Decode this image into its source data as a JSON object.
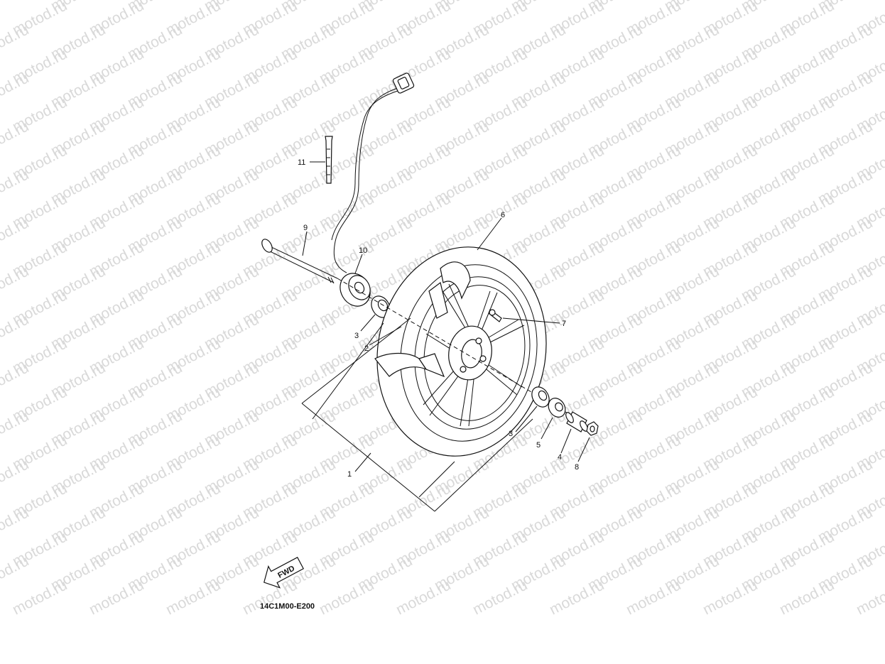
{
  "watermark": {
    "text": "motod.ru"
  },
  "callouts": {
    "c1": "1",
    "c2": "2",
    "c3a": "3",
    "c3b": "3",
    "c4": "4",
    "c5": "5",
    "c6": "6",
    "c7": "7",
    "c8": "8",
    "c9": "9",
    "c10": "10",
    "c11": "11"
  },
  "fwd_label": "FWD",
  "diagram_code": "14C1M00-E200"
}
